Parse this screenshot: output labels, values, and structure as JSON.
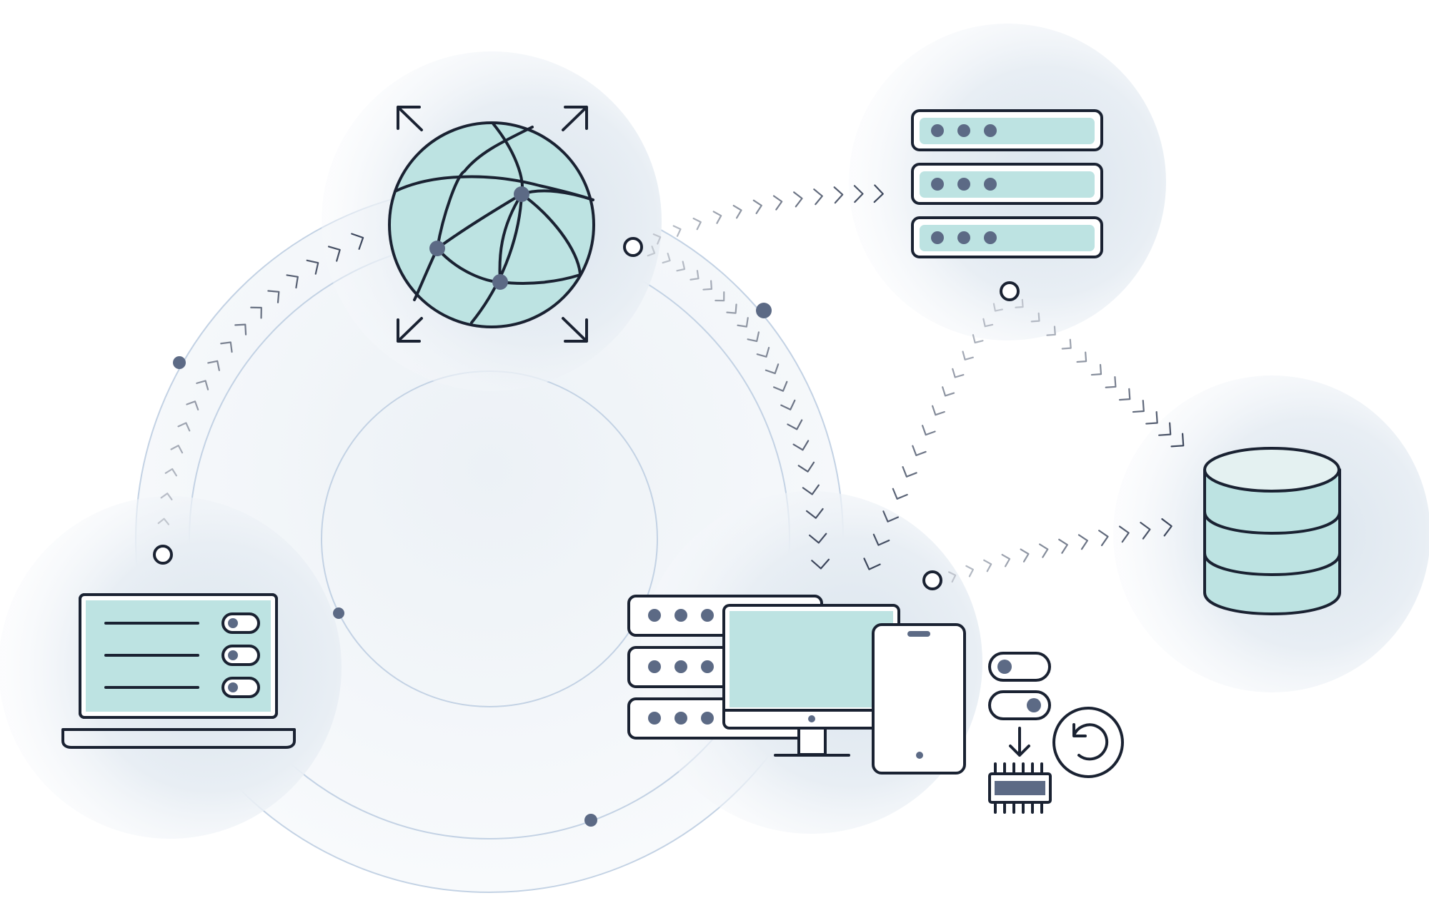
{
  "diagram": {
    "palette": {
      "background": "#ffffff",
      "halo": "#dfe8f0",
      "orbit": "#b9cbe0",
      "ink": "#1a2232",
      "teal": "#bde3e2",
      "dot": "#5c6a85",
      "chevron_faint": "#c5cad2",
      "chevron_dark": "#384258"
    },
    "nodes": [
      {
        "id": "globe",
        "icon": "globe-icon"
      },
      {
        "id": "server-rack",
        "icon": "server-rack-icon"
      },
      {
        "id": "database",
        "icon": "database-icon"
      },
      {
        "id": "laptop",
        "icon": "laptop-icon"
      },
      {
        "id": "multi-device",
        "icon": "multi-device-icon"
      },
      {
        "id": "toggle-switches",
        "icon": "toggle-switch-icon"
      },
      {
        "id": "chip",
        "icon": "chip-icon"
      },
      {
        "id": "refresh",
        "icon": "refresh-icon"
      }
    ],
    "flows": [
      {
        "from": "laptop",
        "to": "globe"
      },
      {
        "from": "globe",
        "to": "server-rack"
      },
      {
        "from": "globe",
        "to": "multi-device"
      },
      {
        "from": "server-rack",
        "to": "database"
      },
      {
        "from": "server-rack",
        "to": "multi-device"
      },
      {
        "from": "multi-device",
        "to": "database"
      }
    ]
  }
}
